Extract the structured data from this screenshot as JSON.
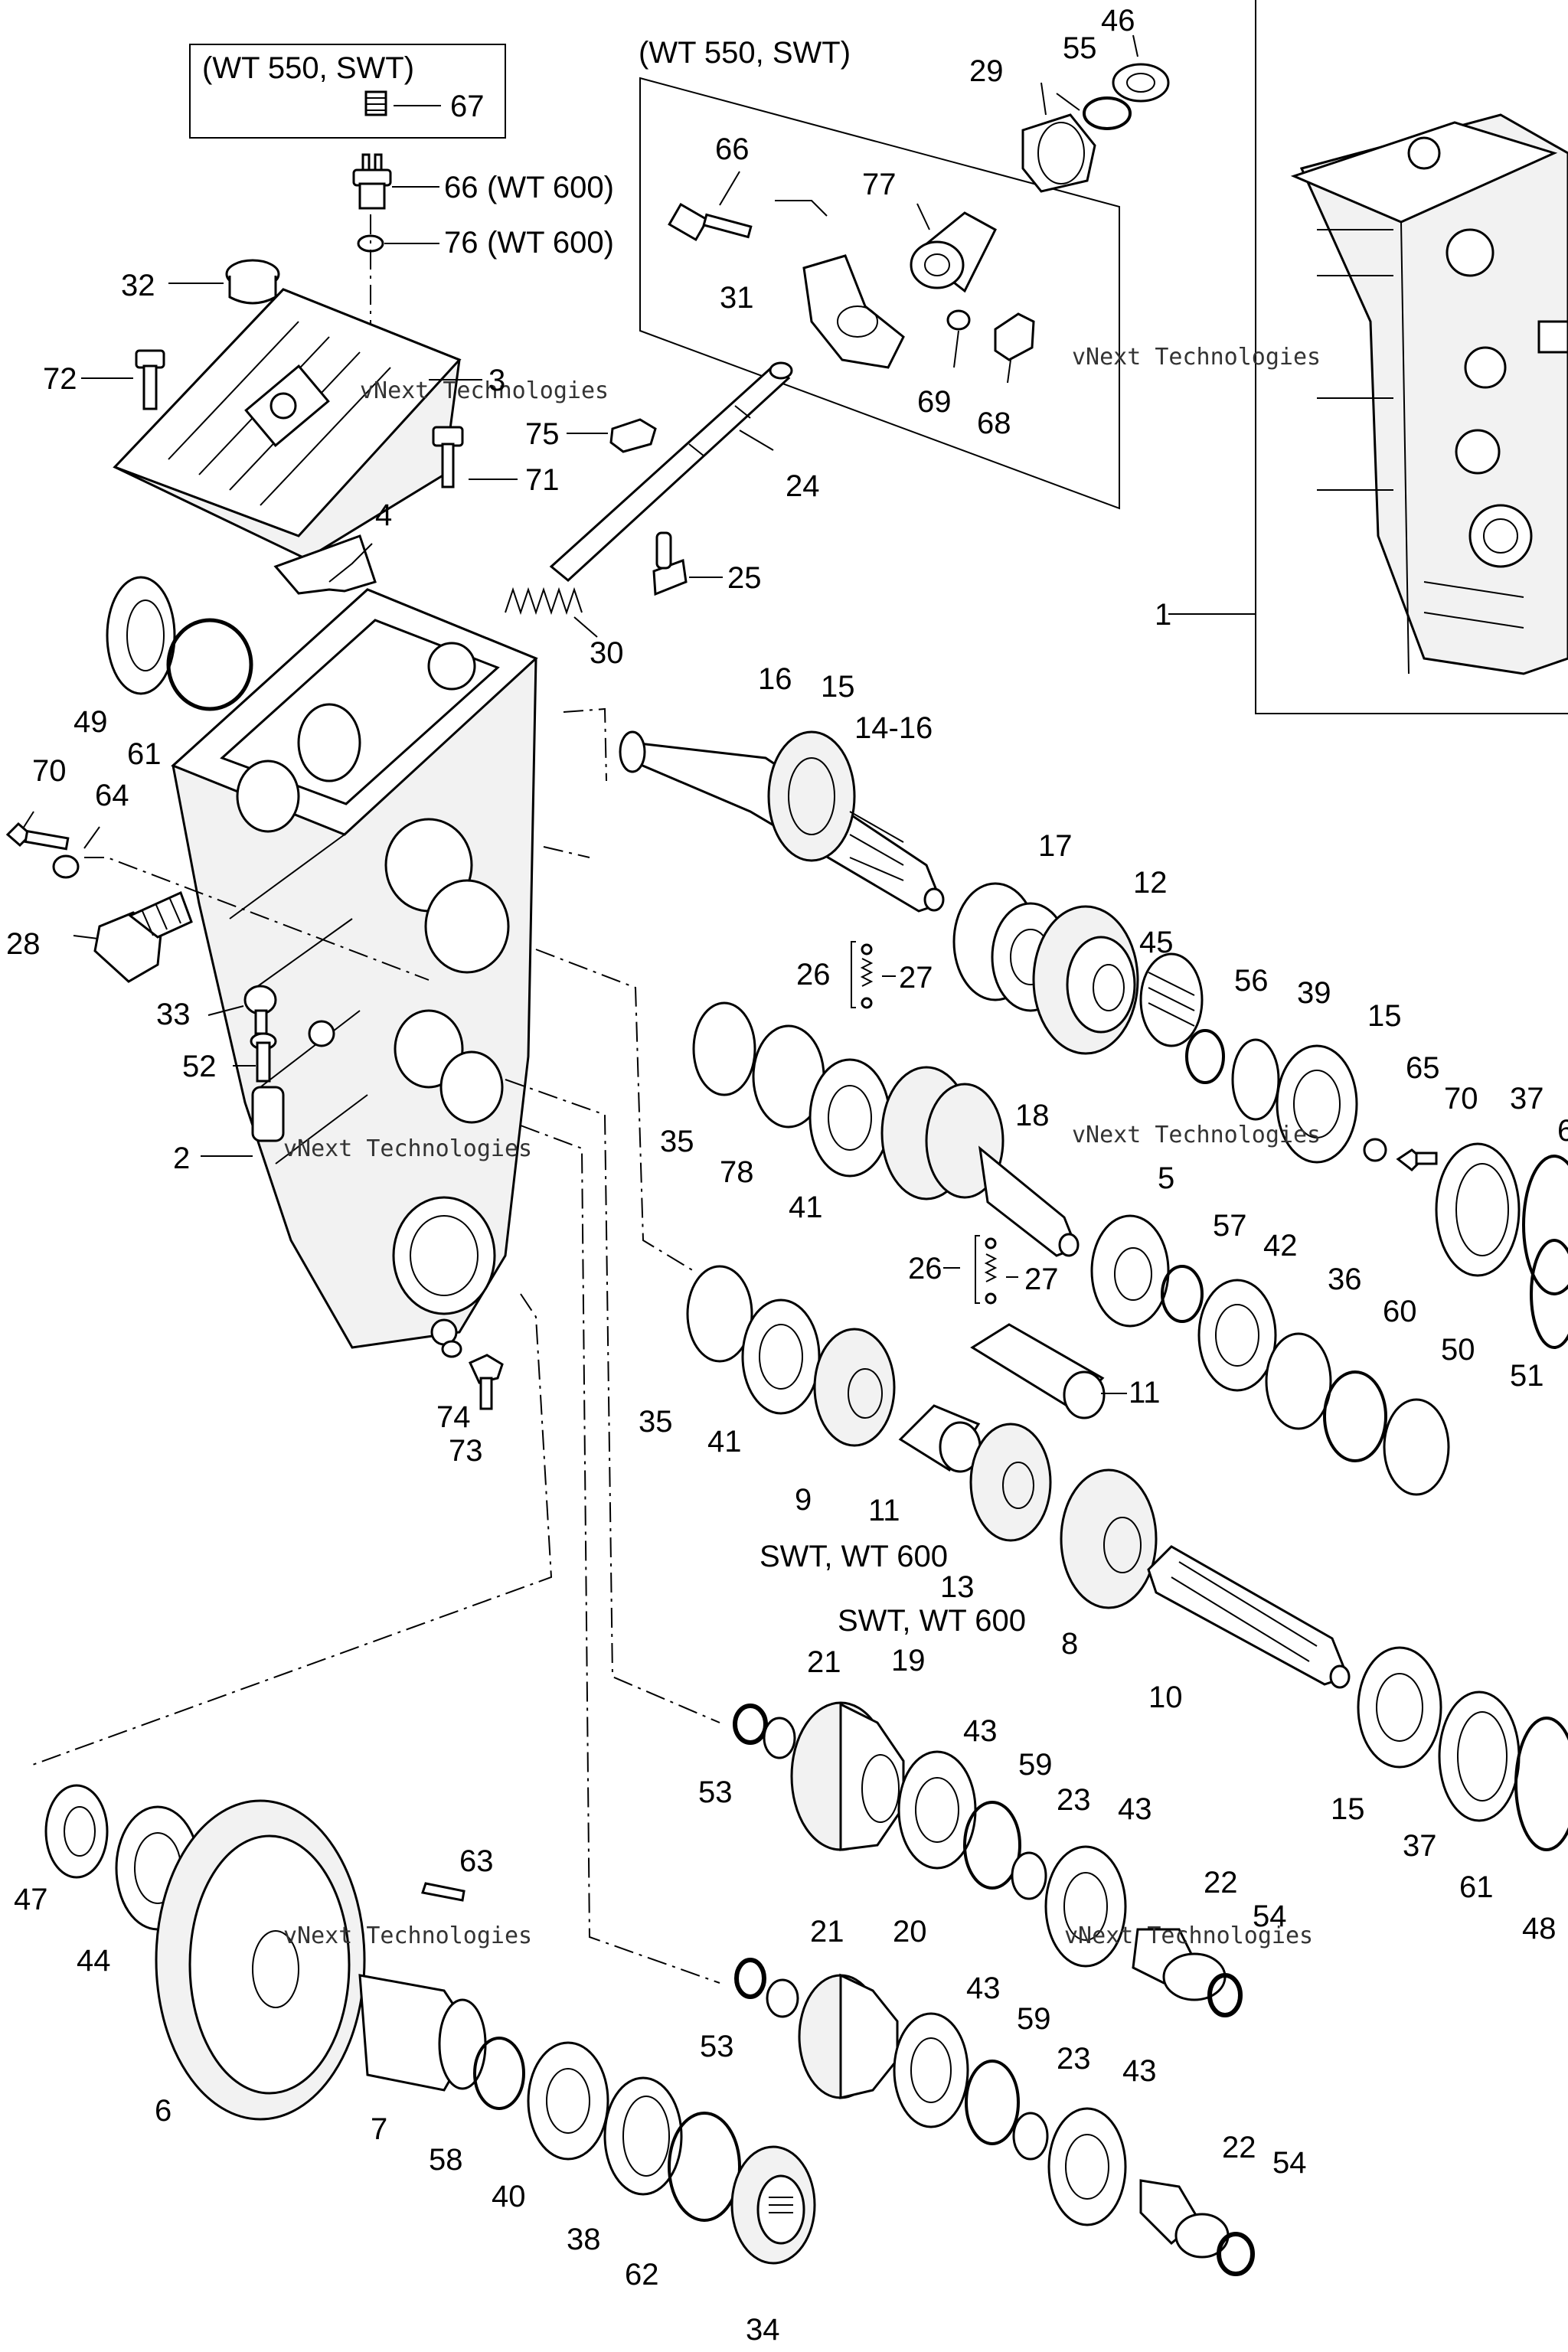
{
  "callouts": {
    "c46": "46",
    "c55": "55",
    "c29": "29",
    "c66a": "66",
    "c77": "77",
    "c31": "31",
    "c69": "69",
    "c68": "68",
    "c67": "67",
    "c66b": "66",
    "c76": "76",
    "c32": "32",
    "c72": "72",
    "c3": "3",
    "c75": "75",
    "c71": "71",
    "c24": "24",
    "c4": "4",
    "c25": "25",
    "c30": "30",
    "c49": "49",
    "c61a": "61",
    "c1": "1",
    "c16": "16",
    "c15a": "15",
    "c14_16": "14-16",
    "c70a": "70",
    "c64": "64",
    "c28": "28",
    "c17": "17",
    "c12": "12",
    "c26a": "26",
    "c27a": "27",
    "c45": "45",
    "c56": "56",
    "c39": "39",
    "c15b": "15",
    "c65": "65",
    "c70b": "70",
    "c37a": "37",
    "c6a": "6",
    "c33": "33",
    "c52": "52",
    "c35a": "35",
    "c78": "78",
    "c41a": "41",
    "c18": "18",
    "c5": "5",
    "c2": "2",
    "c26b": "26",
    "c27b": "27",
    "c57": "57",
    "c42": "42",
    "c36": "36",
    "c60": "60",
    "c50": "50",
    "c51": "51",
    "c74": "74",
    "c73": "73",
    "c35b": "35",
    "c41b": "41",
    "c11a": "11",
    "c9": "9",
    "c11b": "11",
    "c13": "13",
    "c8": "8",
    "c10": "10",
    "c21a": "21",
    "c19": "19",
    "c53a": "53",
    "c43a": "43",
    "c59a": "59",
    "c23a": "23",
    "c43b": "43",
    "c15c": "15",
    "c37b": "37",
    "c61b": "61",
    "c48": "48",
    "c47": "47",
    "c44": "44",
    "c63": "63",
    "c22a": "22",
    "c54a": "54",
    "c21b": "21",
    "c20": "20",
    "c53b": "53",
    "c43c": "43",
    "c59b": "59",
    "c23b": "23",
    "c43d": "43",
    "c22b": "22",
    "c54b": "54",
    "c6b": "6",
    "c7": "7",
    "c58": "58",
    "c40": "40",
    "c38": "38",
    "c62": "62",
    "c34": "34"
  },
  "notes": {
    "box_top_left": "(WT 550, SWT)",
    "box_top_center": "(WT 550, SWT)",
    "wt600_66": "(WT 600)",
    "wt600_76": "(WT 600)",
    "swt_wt600_a": "SWT, WT 600",
    "swt_wt600_b": "SWT, WT 600"
  },
  "watermark": {
    "big": "vNext Technologies",
    "small": "vNext Technologies"
  }
}
